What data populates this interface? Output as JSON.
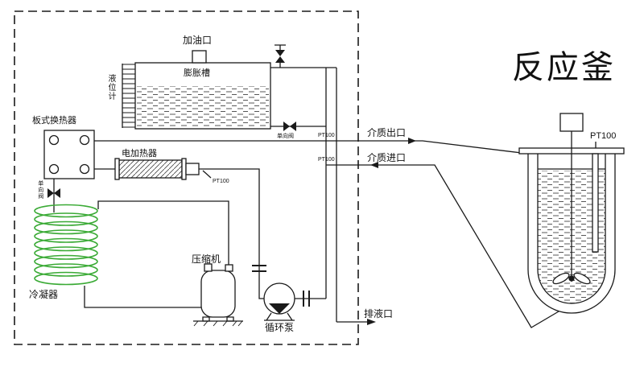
{
  "diagram": {
    "title": "反应釜",
    "unit": {
      "fill_port_label": "加油口",
      "expansion_tank_label": "膨胀槽",
      "level_gauge_label": "液位计",
      "plate_heat_exchanger_label": "板式换热器",
      "electric_heater_label": "电加热器",
      "heater_sensor_label": "PT100",
      "condenser_label": "冷凝器",
      "compressor_label": "压缩机",
      "circulation_pump_label": "循环泵",
      "tank_check_valve_label": "单向阀",
      "hx_check_valve_label": "单向阀",
      "outlet_sensor_label": "PT100",
      "inlet_sensor_label": "PT100"
    },
    "ports": {
      "medium_outlet_label": "介质出口",
      "medium_inlet_label": "介质进口",
      "drain_label": "排液口"
    },
    "reactor": {
      "sensor_label": "PT100"
    },
    "colors": {
      "line": "#1a1a1a",
      "condenser_coil": "#3aaa35",
      "background": "#ffffff"
    }
  }
}
